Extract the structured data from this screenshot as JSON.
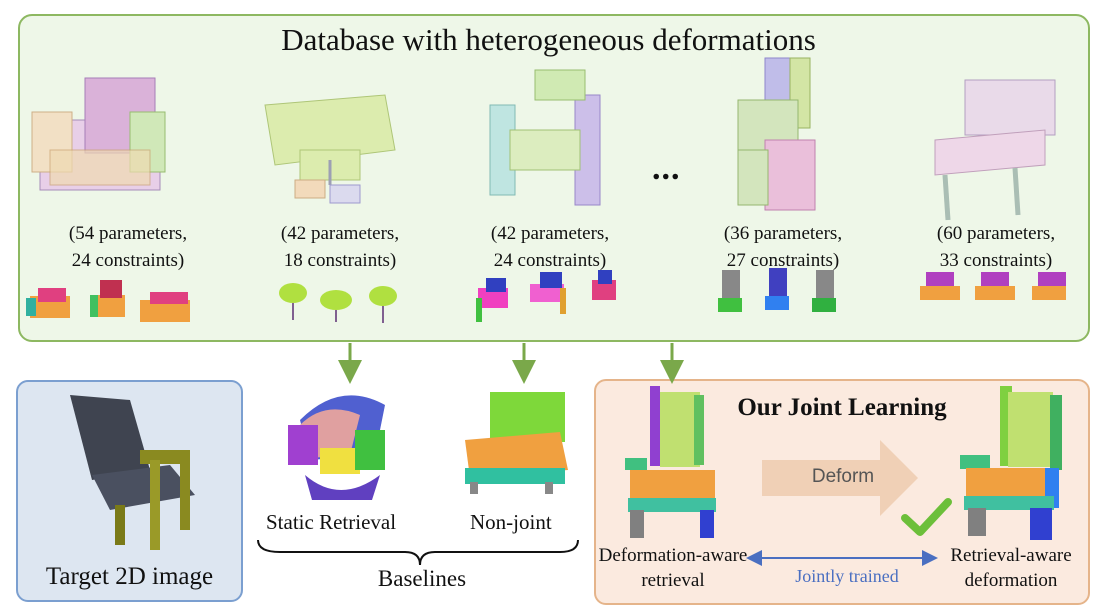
{
  "database": {
    "title": "Database with heterogeneous deformations",
    "ellipsis": "...",
    "captions": [
      {
        "line1": "(54 parameters,",
        "line2": "24 constraints)"
      },
      {
        "line1": "(42 parameters,",
        "line2": "18 constraints)"
      },
      {
        "line1": "(42 parameters,",
        "line2": "24 constraints)"
      },
      {
        "line1": "(36 parameters,",
        "line2": "27 constraints)"
      },
      {
        "line1": "(60 parameters,",
        "line2": "33 constraints)"
      }
    ]
  },
  "target": {
    "label": "Target 2D image"
  },
  "baselines": {
    "static_label": "Static Retrieval",
    "nonjoint_label": "Non-joint",
    "group_label": "Baselines"
  },
  "joint": {
    "title": "Our Joint Learning",
    "deform_label": "Deform",
    "left_label": "Deformation-aware retrieval",
    "right_label": "Retrieval-aware deformation",
    "link_label": "Jointly trained"
  },
  "colors": {
    "db_fill": "#eef7e8",
    "db_border": "#8db861",
    "target_fill": "#dde6f1",
    "target_border": "#7b9fd0",
    "joint_fill": "#fbeadf",
    "joint_border": "#e5b48a",
    "arrow_green": "#7aa84a",
    "link_blue": "#4a6fc1",
    "check_green": "#6cbf3a"
  }
}
